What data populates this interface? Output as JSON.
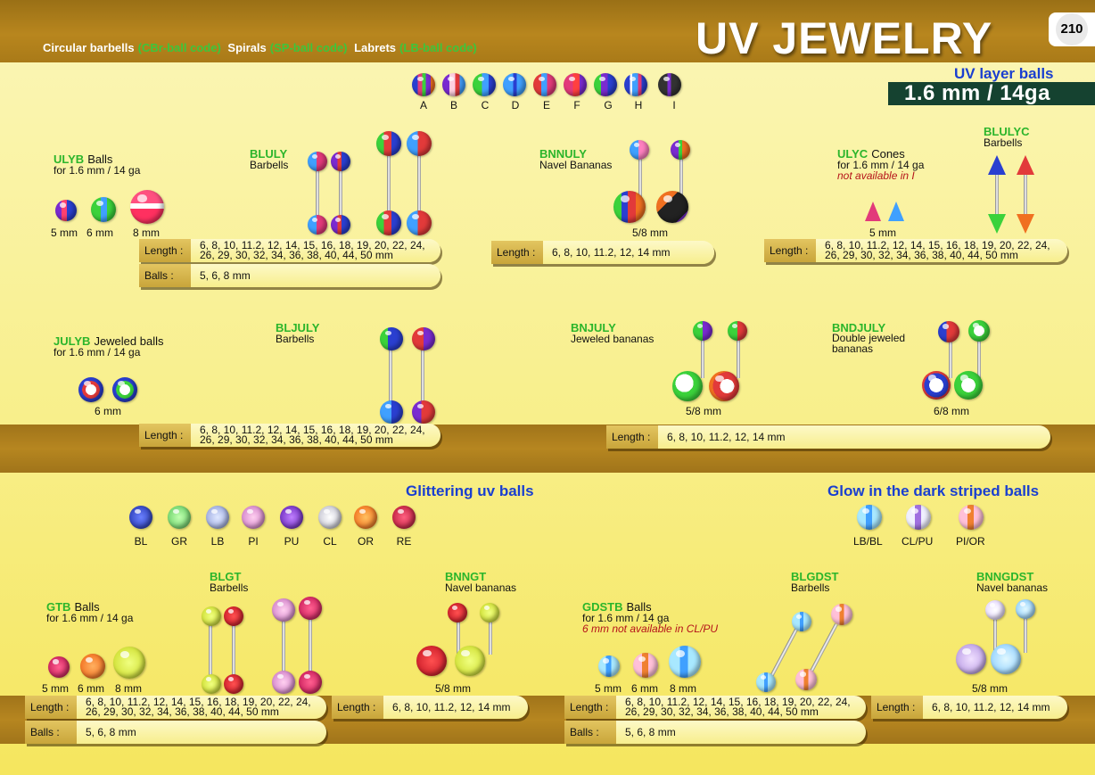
{
  "header": {
    "subtitle_parts": [
      {
        "text": "Circular barbells",
        "code": "(CBr-ball code)"
      },
      {
        "text": "Spirals",
        "code": "(SP-ball code)"
      },
      {
        "text": "Labrets",
        "code": "(LB-ball code)"
      }
    ],
    "title": "UV JEWELRY",
    "page_number": "210"
  },
  "uv_layer": {
    "heading": "UV layer balls",
    "size": "1.6 mm / 14ga",
    "letters": [
      "A",
      "B",
      "C",
      "D",
      "E",
      "F",
      "G",
      "H",
      "I"
    ]
  },
  "products": {
    "ulyb": {
      "code": "ULYB",
      "name": "Balls",
      "spec": "for 1.6 mm  / 14 ga",
      "sizes": [
        "5 mm",
        "6 mm",
        "8 mm"
      ]
    },
    "bluly": {
      "code": "BLULY",
      "name": "Barbells"
    },
    "bnnuly": {
      "code": "BNNULY",
      "name": "Navel Bananas",
      "size": "5/8 mm"
    },
    "ulyc": {
      "code": "ULYC",
      "name": "Cones",
      "spec": "for 1.6 mm / 14 ga",
      "note": "not available in I",
      "size": "5 mm"
    },
    "blulyc": {
      "code": "BLULYC",
      "name": "Barbells"
    },
    "julyb": {
      "code": "JULYB",
      "name": "Jeweled balls",
      "spec": "for 1.6 mm / 14 ga",
      "size": "6 mm"
    },
    "bljuly": {
      "code": "BLJULY",
      "name": "Barbells"
    },
    "bnjuly": {
      "code": "BNJULY",
      "name": "Jeweled bananas",
      "size": "5/8 mm"
    },
    "bndjuly": {
      "code": "BNDJULY",
      "name": "Double jeweled bananas",
      "size": "6/8 mm"
    },
    "gtb": {
      "code": "GTB",
      "name": "Balls",
      "spec": "for 1.6 mm / 14 ga",
      "sizes": [
        "5 mm",
        "6 mm",
        "8 mm"
      ]
    },
    "blgt": {
      "code": "BLGT",
      "name": "Barbells"
    },
    "bnngt": {
      "code": "BNNGT",
      "name": "Navel bananas",
      "size": "5/8 mm"
    },
    "gdstb": {
      "code": "GDSTB",
      "name": "Balls",
      "spec": "for 1.6 mm / 14 ga",
      "note": "6 mm not available in CL/PU",
      "sizes": [
        "5 mm",
        "6 mm",
        "8 mm"
      ]
    },
    "blgdst": {
      "code": "BLGDST",
      "name": "Barbells"
    },
    "bnngdst": {
      "code": "BNNGDST",
      "name": "Navel bananas",
      "size": "5/8 mm"
    }
  },
  "pills": {
    "length_label": "Length :",
    "balls_label": "Balls :",
    "length_long_1": "6, 8, 10, 11.2, 12, 14, 15, 16, 18, 19, 20, 22, 24,",
    "length_long_2": "26, 29, 30, 32, 34, 36, 38, 40, 44, 50 mm",
    "length_short": "6, 8, 10, 11.2, 12, 14 mm",
    "balls_sizes": "5, 6, 8 mm"
  },
  "glitter": {
    "heading": "Glittering uv balls",
    "codes": [
      "BL",
      "GR",
      "LB",
      "PI",
      "PU",
      "CL",
      "OR",
      "RE"
    ]
  },
  "glow": {
    "heading": "Glow in the dark striped balls",
    "codes": [
      "LB/BL",
      "CL/PU",
      "PI/OR"
    ]
  },
  "colors": {
    "band": "#a97a18",
    "heading_blue": "#1a3fd0",
    "code_green": "#2bb52b",
    "note_red": "#b5141a",
    "size_box": "#154230"
  }
}
